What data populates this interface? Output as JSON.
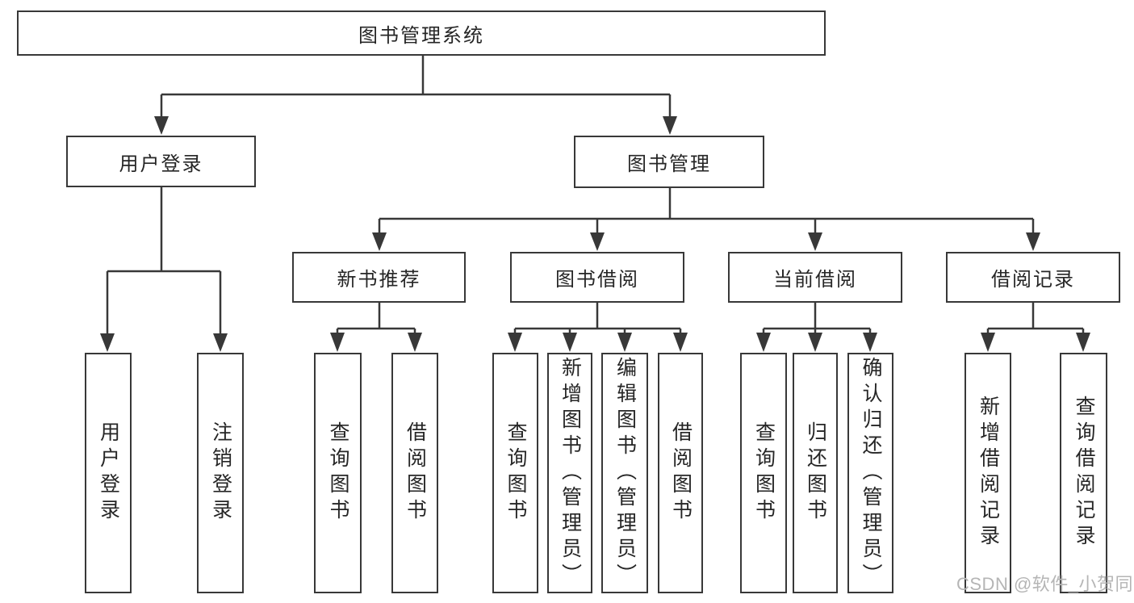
{
  "diagram_title": "图书管理系统",
  "nodes": {
    "root": {
      "label": "图书管理系统"
    },
    "level2": [
      {
        "label": "用户登录"
      },
      {
        "label": "图书管理"
      }
    ],
    "level3": [
      {
        "label": "新书推荐"
      },
      {
        "label": "图书借阅"
      },
      {
        "label": "当前借阅"
      },
      {
        "label": "借阅记录"
      }
    ],
    "leaves": [
      {
        "label": "用户登录"
      },
      {
        "label": "注销登录"
      },
      {
        "label": "查询图书"
      },
      {
        "label": "借阅图书"
      },
      {
        "label": "查询图书"
      },
      {
        "label": "新增图书（管理员）"
      },
      {
        "label": "编辑图书（管理员）"
      },
      {
        "label": "借阅图书"
      },
      {
        "label": "查询图书"
      },
      {
        "label": "归还图书"
      },
      {
        "label": "确认归还（管理员）"
      },
      {
        "label": "新增借阅记录"
      },
      {
        "label": "查询借阅记录"
      }
    ]
  },
  "watermark": "CSDN @软件_小贺同学",
  "colors": {
    "line": "#383838",
    "text": "#262626",
    "box_fill": "#ffffff",
    "background": "#ffffff",
    "watermark": "#b5b5b5"
  }
}
